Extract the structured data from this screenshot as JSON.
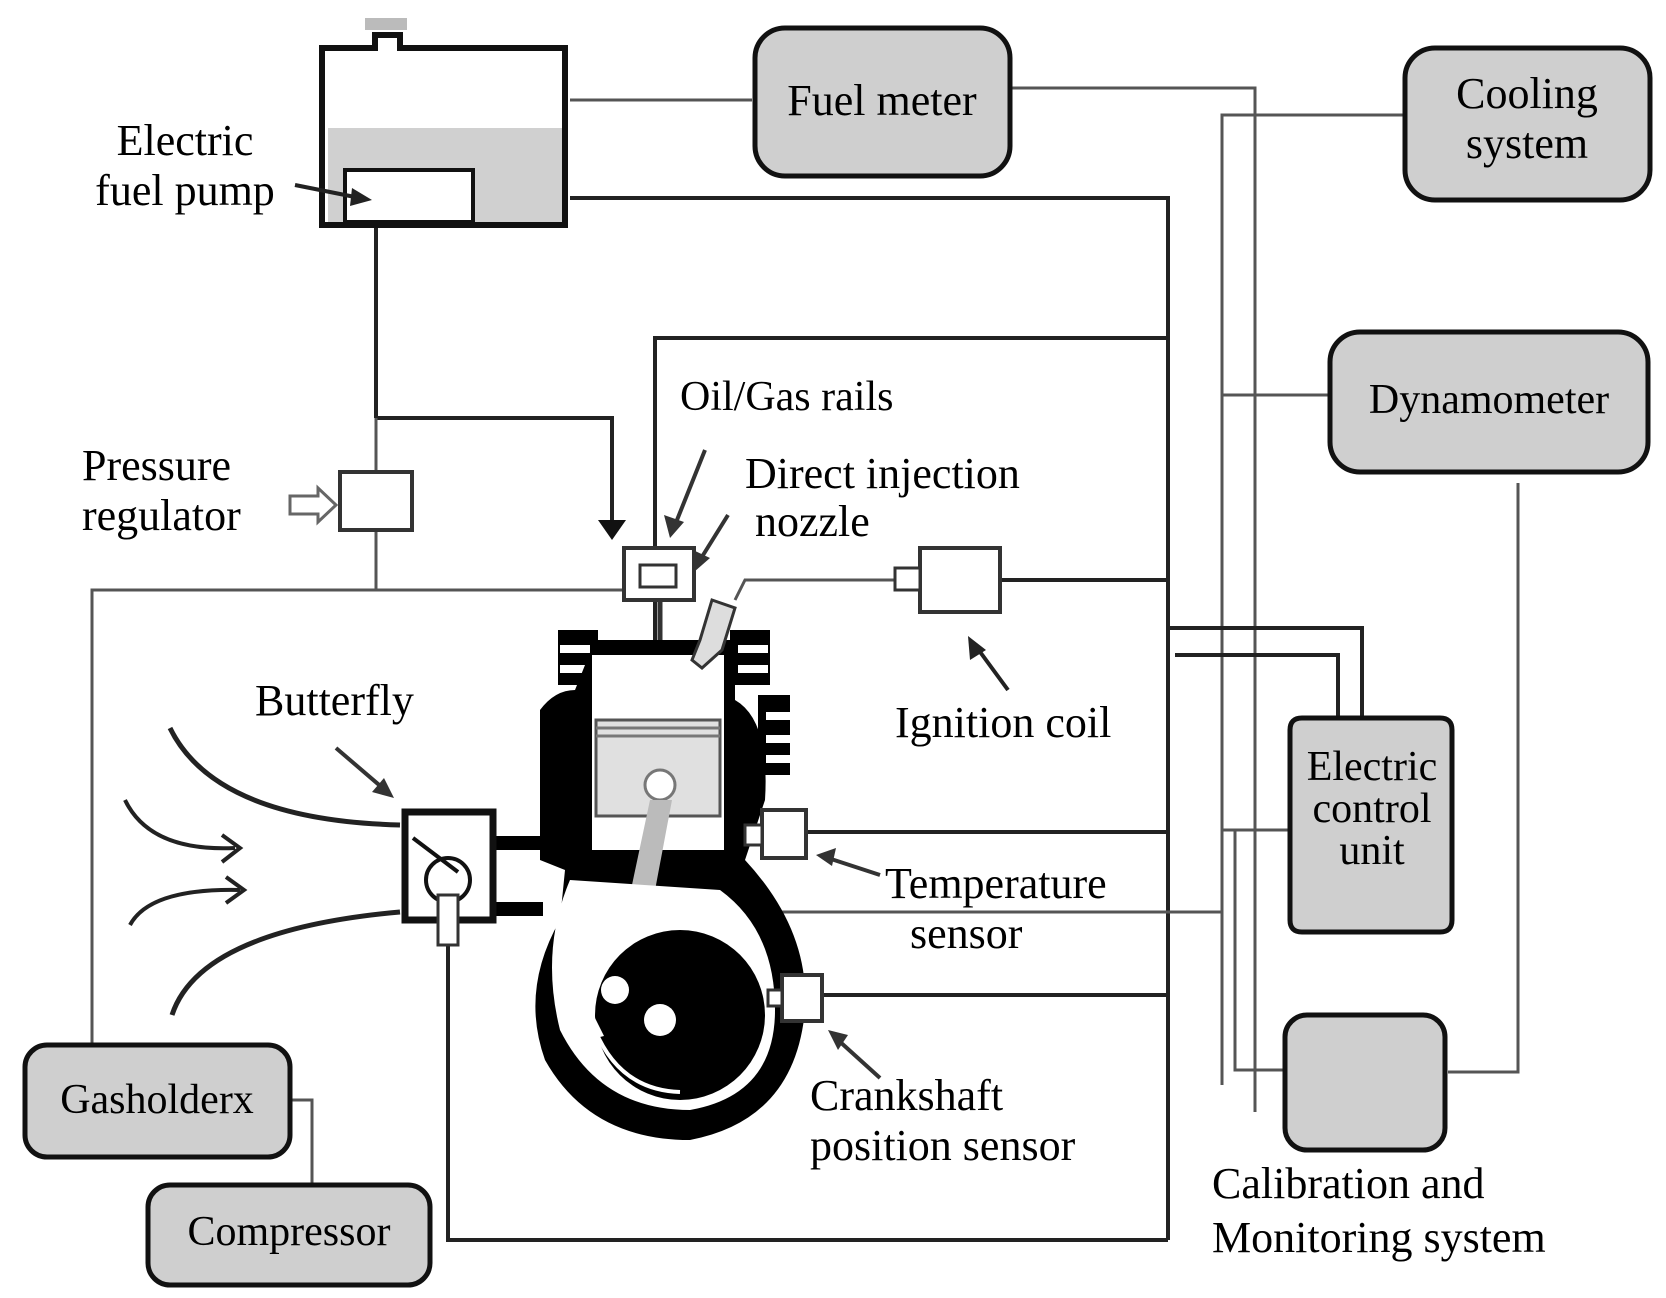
{
  "labels": {
    "electric_fuel_pump": [
      "Electric",
      "fuel pump"
    ],
    "fuel_meter": "Fuel meter",
    "cooling_system": [
      "Cooling",
      "system"
    ],
    "pressure_regulator": [
      "Pressure",
      "regulator"
    ],
    "oil_gas_rails": "Oil/Gas rails",
    "direct_injection_nozzle": [
      "Direct injection",
      "nozzle"
    ],
    "dynamometer": "Dynamometer",
    "butterfly": "Butterfly",
    "ignition_coil": "Ignition coil",
    "electric_control_unit": [
      "Electric",
      "control",
      "unit"
    ],
    "temperature_sensor": [
      "Temperature",
      "sensor"
    ],
    "crankshaft_position_sensor": [
      "Crankshaft",
      "position sensor"
    ],
    "gasholder": "Gasholderx",
    "compressor": "Compressor",
    "calibration_monitoring": [
      "Calibration and",
      "Monitoring system"
    ]
  },
  "colors": {
    "box_fill": "#cfcfcf",
    "tank_liquid": "#d0d0d0",
    "piston": "#e0e0e0",
    "engine_body": "#000000"
  }
}
